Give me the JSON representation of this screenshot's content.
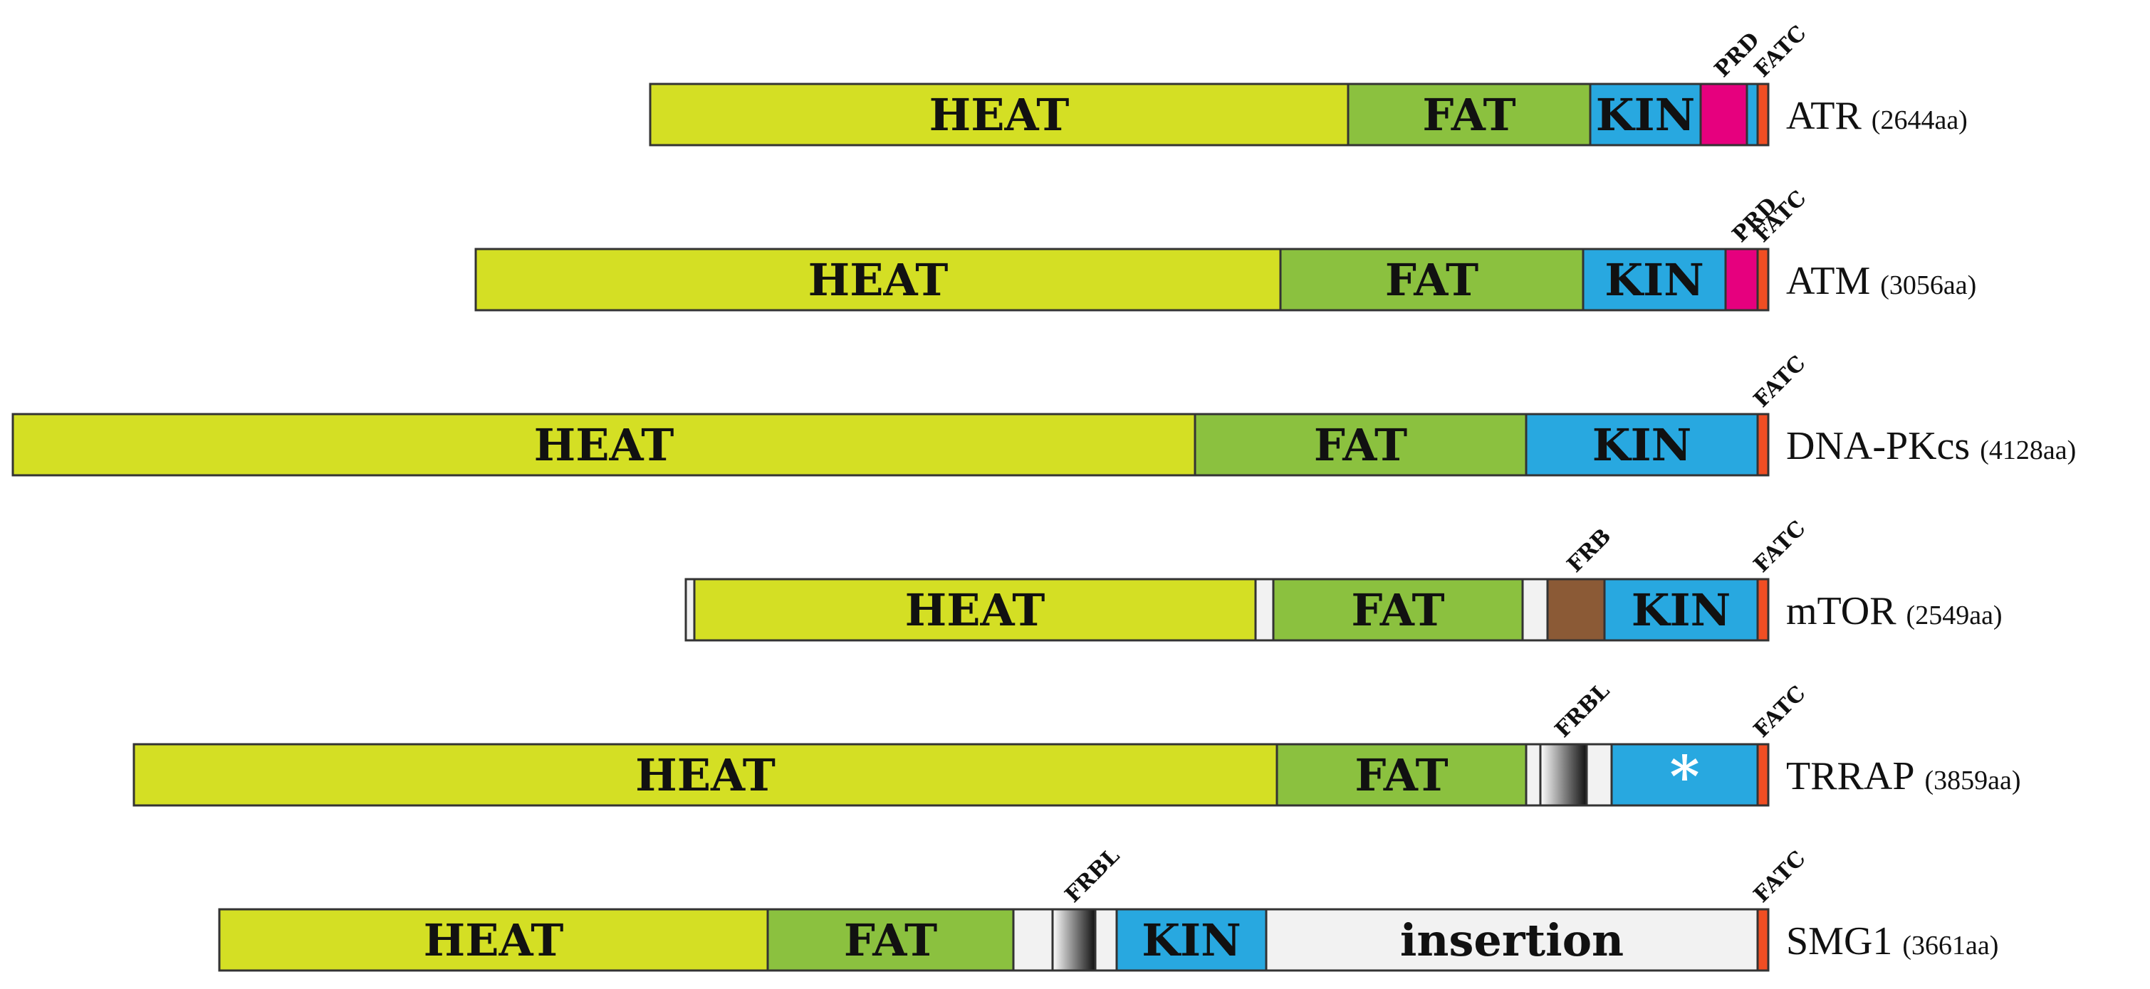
{
  "colors": {
    "HEAT": "#d4df24",
    "FAT": "#8bc13f",
    "KIN": "#28a8e0",
    "PRD": "#e6007e",
    "FATC": "#f04e23",
    "FRB": "#8b5a36",
    "insertion": "#f2f2f2",
    "linker": "#f2f2f2",
    "outline": "#333333"
  },
  "proteins": [
    {
      "name": "ATR",
      "length": "(2644aa)",
      "segments": [
        {
          "type": "HEAT",
          "label": "HEAT",
          "start": 0,
          "end": 980
        },
        {
          "type": "FAT",
          "label": "FAT",
          "start": 980,
          "end": 1320
        },
        {
          "type": "KIN",
          "label": "KIN",
          "start": 1320,
          "end": 1475
        },
        {
          "type": "PRD",
          "label": "",
          "start": 1475,
          "end": 1540
        },
        {
          "type": "KIN",
          "label": "",
          "start": 1540,
          "end": 1555
        },
        {
          "type": "FATC",
          "label": "",
          "start": 1555,
          "end": 1570
        }
      ],
      "tags": [
        {
          "label": "PRD",
          "at": 1507
        },
        {
          "label": "FATC",
          "at": 1563
        }
      ]
    },
    {
      "name": "ATM",
      "length": "(3056aa)",
      "segments": [
        {
          "type": "HEAT",
          "label": "HEAT",
          "start": 0,
          "end": 1130
        },
        {
          "type": "FAT",
          "label": "FAT",
          "start": 1130,
          "end": 1555
        },
        {
          "type": "KIN",
          "label": "KIN",
          "start": 1555,
          "end": 1755
        },
        {
          "type": "PRD",
          "label": "",
          "start": 1755,
          "end": 1800
        },
        {
          "type": "FATC",
          "label": "",
          "start": 1800,
          "end": 1815
        }
      ],
      "tags": [
        {
          "label": "PRD",
          "at": 1777
        },
        {
          "label": "FATC",
          "at": 1808
        }
      ]
    },
    {
      "name": "DNA-PKcs",
      "length": "(4128aa)",
      "segments": [
        {
          "type": "HEAT",
          "label": "HEAT",
          "start": 0,
          "end": 1660
        },
        {
          "type": "FAT",
          "label": "FAT",
          "start": 1660,
          "end": 2125
        },
        {
          "type": "KIN",
          "label": "KIN",
          "start": 2125,
          "end": 2450
        },
        {
          "type": "FATC",
          "label": "",
          "start": 2450,
          "end": 2465
        }
      ],
      "tags": [
        {
          "label": "FATC",
          "at": 2457
        }
      ]
    },
    {
      "name": "mTOR",
      "length": "(2549aa)",
      "segments": [
        {
          "type": "linker",
          "label": "",
          "start": 0,
          "end": 12
        },
        {
          "type": "HEAT",
          "label": "HEAT",
          "start": 12,
          "end": 800
        },
        {
          "type": "linker",
          "label": "",
          "start": 800,
          "end": 825
        },
        {
          "type": "FAT",
          "label": "FAT",
          "start": 825,
          "end": 1175
        },
        {
          "type": "linker",
          "label": "",
          "start": 1175,
          "end": 1210
        },
        {
          "type": "FRB",
          "label": "",
          "start": 1210,
          "end": 1290
        },
        {
          "type": "KIN",
          "label": "KIN",
          "start": 1290,
          "end": 1505
        },
        {
          "type": "FATC",
          "label": "",
          "start": 1505,
          "end": 1520
        }
      ],
      "tags": [
        {
          "label": "FRB",
          "at": 1250
        },
        {
          "label": "FATC",
          "at": 1512
        }
      ]
    },
    {
      "name": "TRRAP",
      "length": "(3859aa)",
      "segments": [
        {
          "type": "HEAT",
          "label": "HEAT",
          "start": 0,
          "end": 1605
        },
        {
          "type": "FAT",
          "label": "FAT",
          "start": 1605,
          "end": 1955
        },
        {
          "type": "linker",
          "label": "",
          "start": 1955,
          "end": 1975
        },
        {
          "type": "FRBL",
          "label": "",
          "start": 1975,
          "end": 2040
        },
        {
          "type": "linker",
          "label": "",
          "start": 2040,
          "end": 2075
        },
        {
          "type": "KIN",
          "label": "*",
          "start": 2075,
          "end": 2280
        },
        {
          "type": "FATC",
          "label": "",
          "start": 2280,
          "end": 2295
        }
      ],
      "tags": [
        {
          "label": "FRBL",
          "at": 2008
        },
        {
          "label": "FATC",
          "at": 2287
        }
      ]
    },
    {
      "name": "SMG1",
      "length": "(3661aa)",
      "segments": [
        {
          "type": "HEAT",
          "label": "HEAT",
          "start": 0,
          "end": 770
        },
        {
          "type": "FAT",
          "label": "FAT",
          "start": 770,
          "end": 1115
        },
        {
          "type": "linker",
          "label": "",
          "start": 1115,
          "end": 1170
        },
        {
          "type": "FRBL",
          "label": "",
          "start": 1170,
          "end": 1230
        },
        {
          "type": "linker",
          "label": "",
          "start": 1230,
          "end": 1260
        },
        {
          "type": "KIN",
          "label": "KIN",
          "start": 1260,
          "end": 1470
        },
        {
          "type": "insertion",
          "label": "insertion",
          "start": 1470,
          "end": 2160
        },
        {
          "type": "FATC",
          "label": "",
          "start": 2160,
          "end": 2175
        }
      ],
      "tags": [
        {
          "label": "FRBL",
          "at": 1200
        },
        {
          "label": "FATC",
          "at": 2167
        }
      ]
    }
  ]
}
